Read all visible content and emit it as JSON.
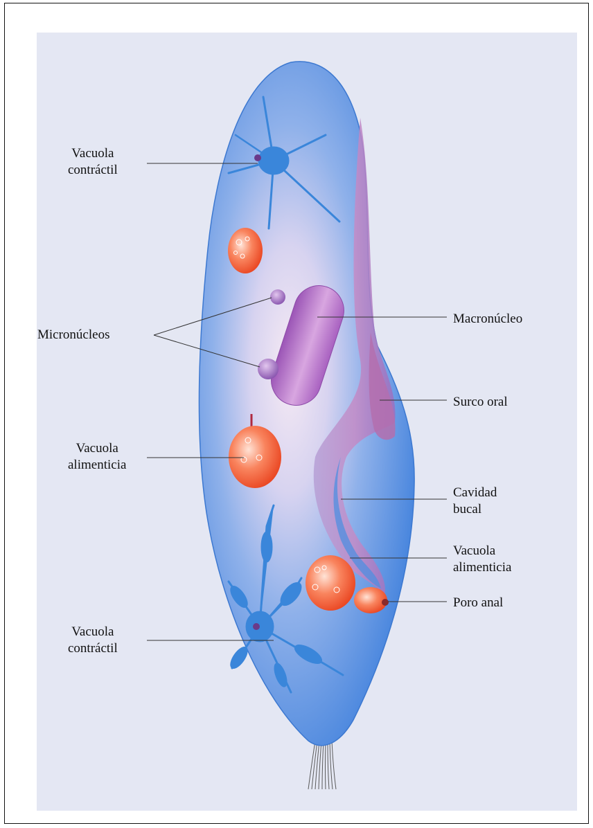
{
  "labels": {
    "vacuola_contractil_top": [
      "Vacuola",
      "contráctil"
    ],
    "micronucleos": "Micronúcleos",
    "vacuola_alimenticia_left": [
      "Vacuola",
      "alimenticia"
    ],
    "vacuola_contractil_bottom": [
      "Vacuola",
      "contráctil"
    ],
    "macronucleo": "Macronúcleo",
    "surco_oral": "Surco oral",
    "cavidad_bucal": [
      "Cavidad",
      "bucal"
    ],
    "vacuola_alimenticia_right": [
      "Vacuola",
      "alimenticia"
    ],
    "poro_anal": "Poro anal"
  },
  "colors": {
    "background_panel": "#e4e7f3",
    "cell_body": "#4f8fe0",
    "cell_highlight": "#f4e8f4",
    "macronucleus": "#a45fb8",
    "micronucleus": "#8a55b0",
    "food_vacuole": "#f0502a",
    "oral_groove": "#b07ab8",
    "cilia": "#555555",
    "leader_line": "#333333"
  }
}
